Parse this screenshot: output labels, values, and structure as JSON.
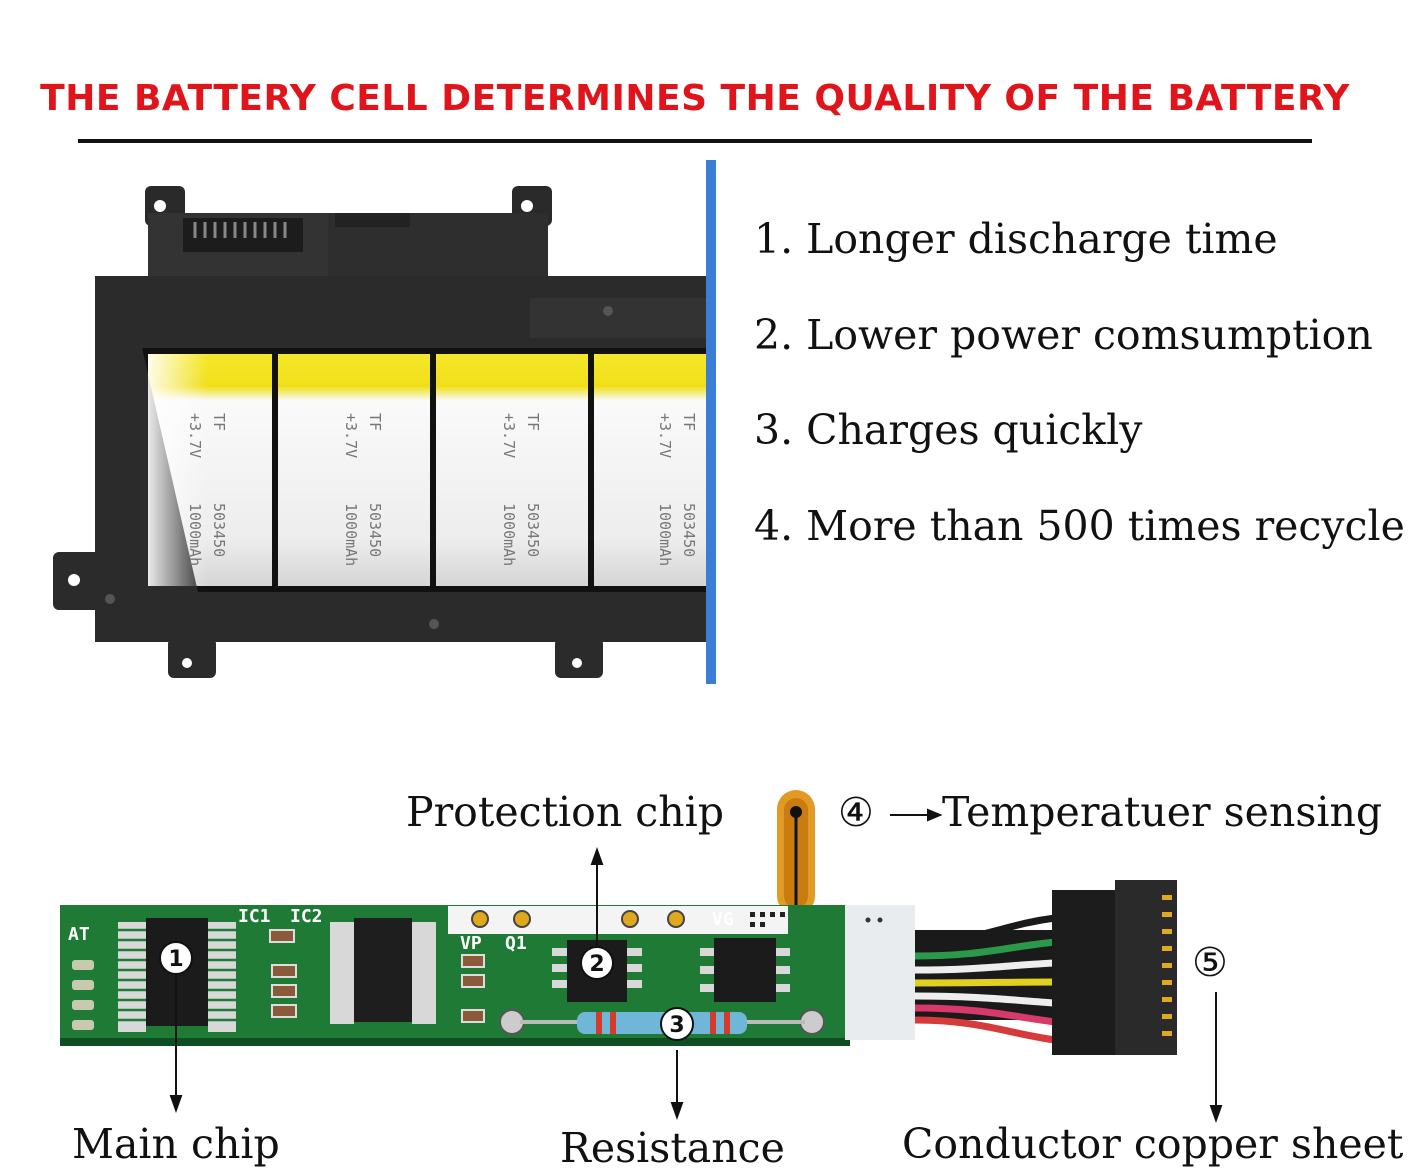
{
  "headline": "THE BATTERY CELL DETERMINES THE QUALITY OF THE BATTERY",
  "features": [
    "1. Longer discharge time",
    "2. Lower power comsumption",
    "3. Charges quickly",
    "4. More than 500 times recycle"
  ],
  "cells": [
    {
      "brand": "TF",
      "voltage": "+3.7V",
      "model": "503450",
      "capacity": "1000mAh"
    },
    {
      "brand": "TF",
      "voltage": "+3.7V",
      "model": "503450",
      "capacity": "1000mAh"
    },
    {
      "brand": "TF",
      "voltage": "+3.7V",
      "model": "503450",
      "capacity": "1000mAh"
    },
    {
      "brand": "TF",
      "voltage": "+3.7V",
      "model": "503450",
      "capacity": "1000mAh"
    }
  ],
  "pcb": {
    "silkscreen": {
      "ic1": "IC1",
      "ic2": "IC2",
      "at": "AT",
      "vp": "VP",
      "q1": "Q1",
      "vg": "VG"
    },
    "markers": [
      "1",
      "2",
      "3"
    ],
    "circled": {
      "four": "④",
      "five": "⑤"
    },
    "labels": {
      "protection_chip": "Protection chip",
      "temperature_sensing": "Temperatuer sensing",
      "main_chip": "Main chip",
      "resistance": "Resistance",
      "conductor_copper_sheet": "Conductor copper sheet"
    }
  },
  "colors": {
    "headline": "#e0141b",
    "pcb_green": "#1f7a35",
    "cell_yellow": "#f0e01a",
    "accent_blue": "#3a7fd5"
  }
}
